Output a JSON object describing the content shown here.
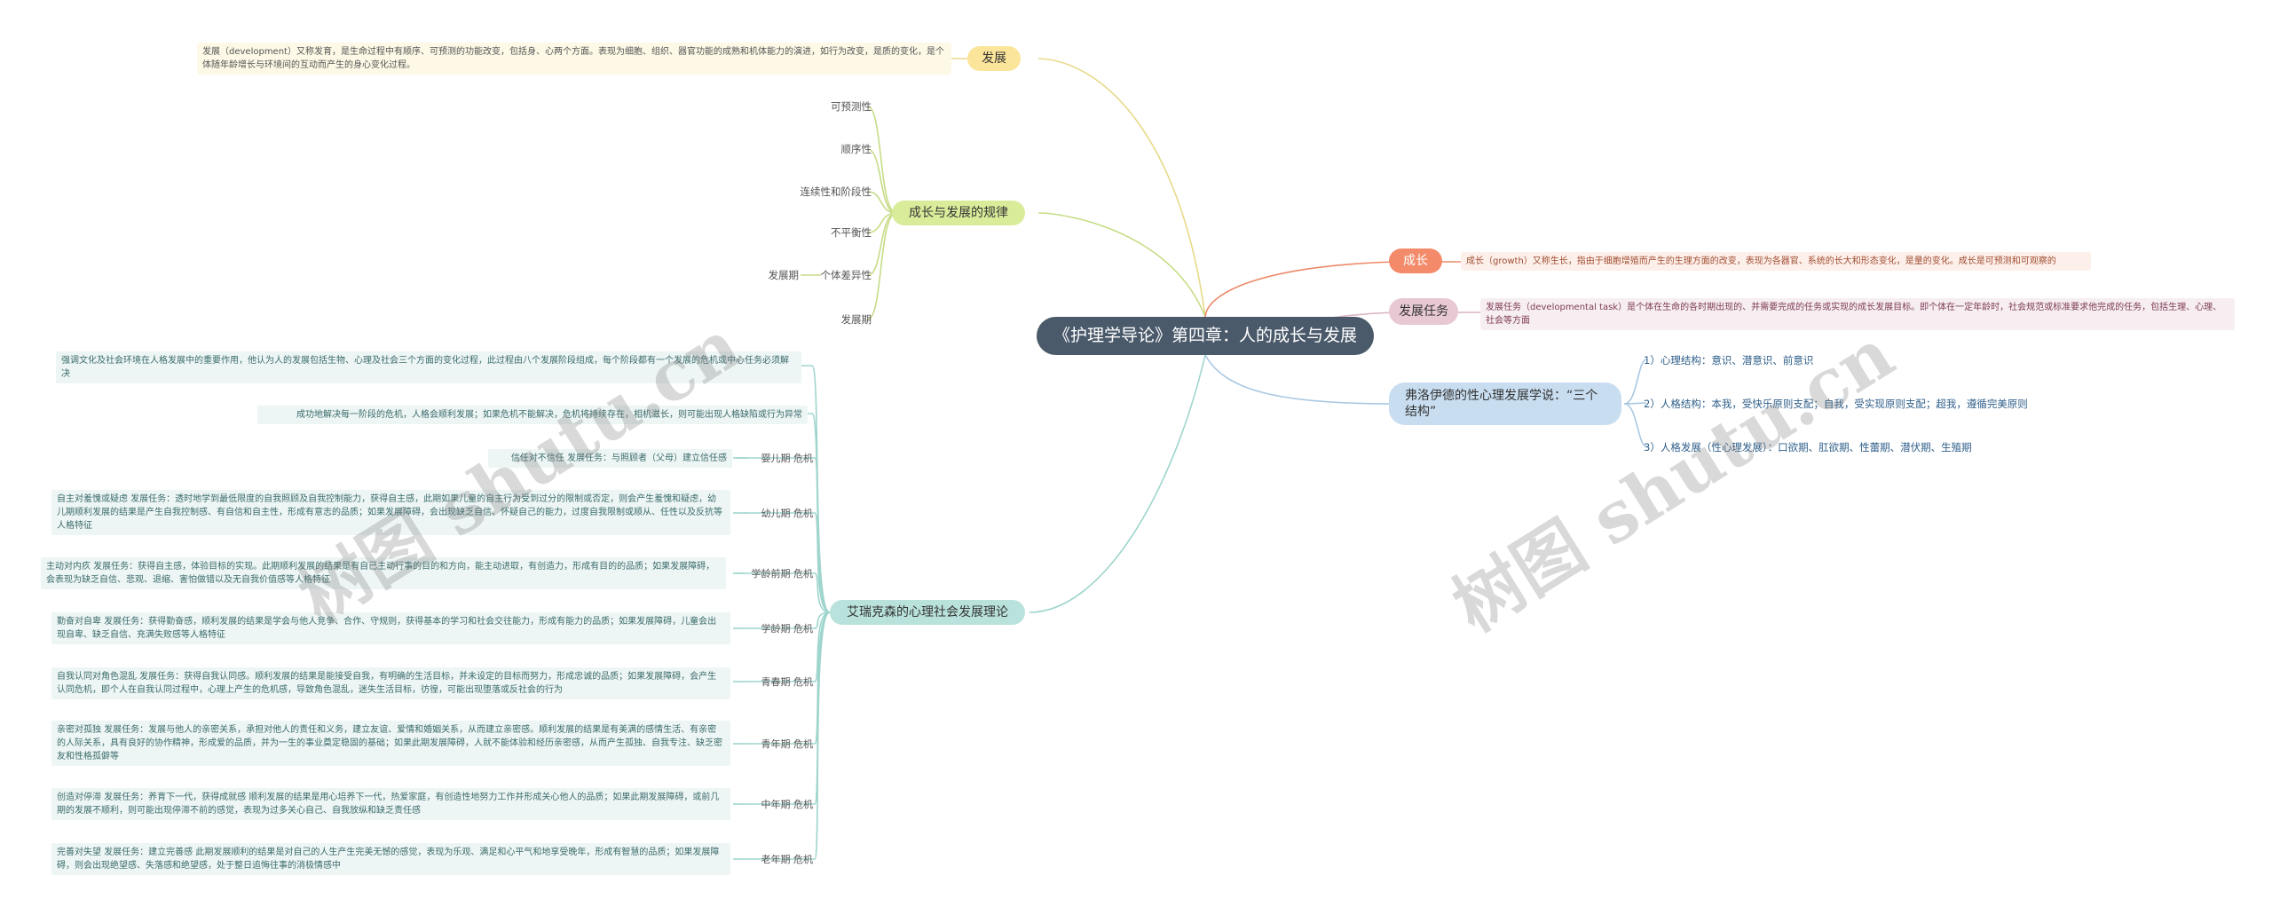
{
  "root": "《护理学导论》第四章：人的成长与发展",
  "nodes": {
    "fazhan": {
      "label": "发展",
      "desc": "发展（development）又称发育，是生命过程中有顺序、可预测的功能改变，包括身、心两个方面。表现为细胞、组织、器官功能的成熟和机体能力的演进，如行为改变，是质的变化，是个体随年龄增长与环境间的互动而产生的身心变化过程。"
    },
    "guilv": {
      "label": "成长与发展的规律",
      "items": [
        "可预测性",
        "顺序性",
        "连续性和阶段性",
        "不平衡性",
        "个体差异性",
        "发展期"
      ],
      "sub": "发展期"
    },
    "chengzhang": {
      "label": "成长",
      "desc": "成长（growth）又称生长，指由于细胞增殖而产生的生理方面的改变，表现为各器官、系统的长大和形态变化，是量的变化。成长是可预测和可观察的"
    },
    "renwu": {
      "label": "发展任务",
      "desc": "发展任务（developmental task）是个体在生命的各时期出现的、并需要完成的任务或实现的成长发展目标。即个体在一定年龄时，社会规范或标准要求他完成的任务，包括生理、心理、社会等方面"
    },
    "freud": {
      "label": "弗洛伊德的性心理发展学说：“三个结构”",
      "items": [
        "1）心理结构：意识、潜意识、前意识",
        "2）人格结构：本我，受快乐原则支配；自我，受实现原则支配；超我，遵循完美原则",
        "3）人格发展（性心理发展）：口欲期、肛欲期、性蕾期、潜伏期、生殖期"
      ]
    },
    "erikson": {
      "label": "艾瑞克森的心理社会发展理论",
      "intro": "强调文化及社会环境在人格发展中的重要作用，他认为人的发展包括生物、心理及社会三个方面的变化过程，此过程由八个发展阶段组成，每个阶段都有一个发展的危机或中心任务必须解决",
      "intro2": "成功地解决每一阶段的危机，人格会顺利发展；如果危机不能解决，危机将持续存在，相机滋长，则可能出现人格缺陷或行为异常",
      "stages": [
        {
          "era": "婴儿期 危机",
          "desc": "信任对不信任 发展任务：与照顾者（父母）建立信任感"
        },
        {
          "era": "幼儿期 危机",
          "desc": "自主对羞愧或疑虑 发展任务：透时地学到最低限度的自我照顾及自我控制能力，获得自主感，此期如果儿童的自主行为受到过分的限制或否定，则会产生羞愧和疑虑，幼儿期顺利发展的结果是产生自我控制感、有自信和自主性，形成有意志的品质；如果发展障碍，会出现缺乏自信、怀疑自己的能力，过度自我限制或顺从、任性以及反抗等人格特征"
        },
        {
          "era": "学龄前期 危机",
          "desc": "主动对内疚 发展任务：获得自主感，体验目标的实现。此期顺利发展的结果是有自己主动行事的目的和方向，能主动进取，有创造力，形成有目的的品质；如果发展障碍，会表现为缺乏自信、悲观、退缩、害怕做错以及无自我价值感等人格特征"
        },
        {
          "era": "学龄期 危机",
          "desc": "勤奋对自卑 发展任务：获得勤奋感，顺利发展的结果是学会与他人竞争、合作、守规则，获得基本的学习和社会交往能力，形成有能力的品质；如果发展障碍，儿童会出现自卑、缺乏自信、充满失败感等人格特征"
        },
        {
          "era": "青春期 危机",
          "desc": "自我认同对角色混乱 发展任务：获得自我认同感。顺利发展的结果是能接受自我，有明确的生活目标，并未设定的目标而努力，形成忠诚的品质；如果发展障碍，会产生认同危机，即个人在自我认同过程中，心理上产生的危机感，导致角色混乱，迷失生活目标，彷徨，可能出现堕落或反社会的行为"
        },
        {
          "era": "青年期 危机",
          "desc": "亲密对孤独 发展任务：发展与他人的亲密关系，承担对他人的责任和义务，建立友谊、爱情和婚姻关系，从而建立亲密感。顺利发展的结果是有美满的感情生活、有亲密的人际关系，具有良好的协作精神，形成爱的品质，并为一生的事业奠定稳固的基础；如果此期发展障碍，人就不能体验和经历亲密感，从而产生孤独、自我专注、缺乏密友和性格孤僻等"
        },
        {
          "era": "中年期 危机",
          "desc": "创造对停滞 发展任务：养育下一代，获得成就感 顺利发展的结果是用心培养下一代，热爱家庭，有创造性地努力工作并形成关心他人的品质；如果此期发展障碍，或前几期的发展不顺利，则可能出现停滞不前的感觉，表现为过多关心自己、自我放纵和缺乏责任感"
        },
        {
          "era": "老年期 危机",
          "desc": "完善对失望 发展任务：建立完善感 此期发展顺利的结果是对自己的人生产生完美无憾的感觉，表现为乐观、满足和心平气和地享受晚年，形成有智慧的品质；如果发展障碍，则会出现绝望感、失落感和绝望感，处于整日追悔往事的消极情感中"
        }
      ]
    }
  },
  "watermarks": [
    "树图 shutu.cn",
    "树图 shutu.cn"
  ],
  "colors": {
    "root": "#4b5a6b",
    "yellow": "#fbe59a",
    "green": "#d9ec9a",
    "orange": "#f38b6b",
    "pink": "#e8c9d3",
    "blue": "#c8ddf0",
    "teal": "#b9e2dc"
  }
}
